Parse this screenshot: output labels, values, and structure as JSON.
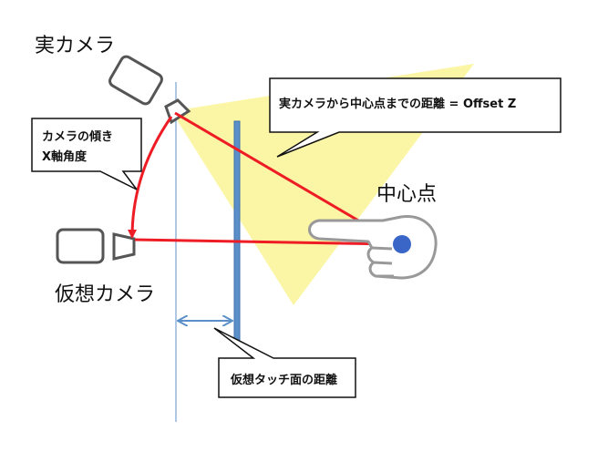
{
  "labels": {
    "real_camera": "実カメラ",
    "virtual_camera": "仮想カメラ",
    "center_point": "中心点"
  },
  "callouts": {
    "tilt_line1": "カメラの傾き",
    "tilt_line2": "X軸角度",
    "offset_z": "実カメラから中心点までの距離 = Offset Z",
    "touch_distance": "仮想タッチ面の距離"
  },
  "colors": {
    "arrow_red": "#ee1c25",
    "touch_plane_blue": "#5b8fc9",
    "fov_yellow": "#fbf6a5",
    "center_dot": "#3a66c8",
    "camera_stroke": "#555555"
  }
}
